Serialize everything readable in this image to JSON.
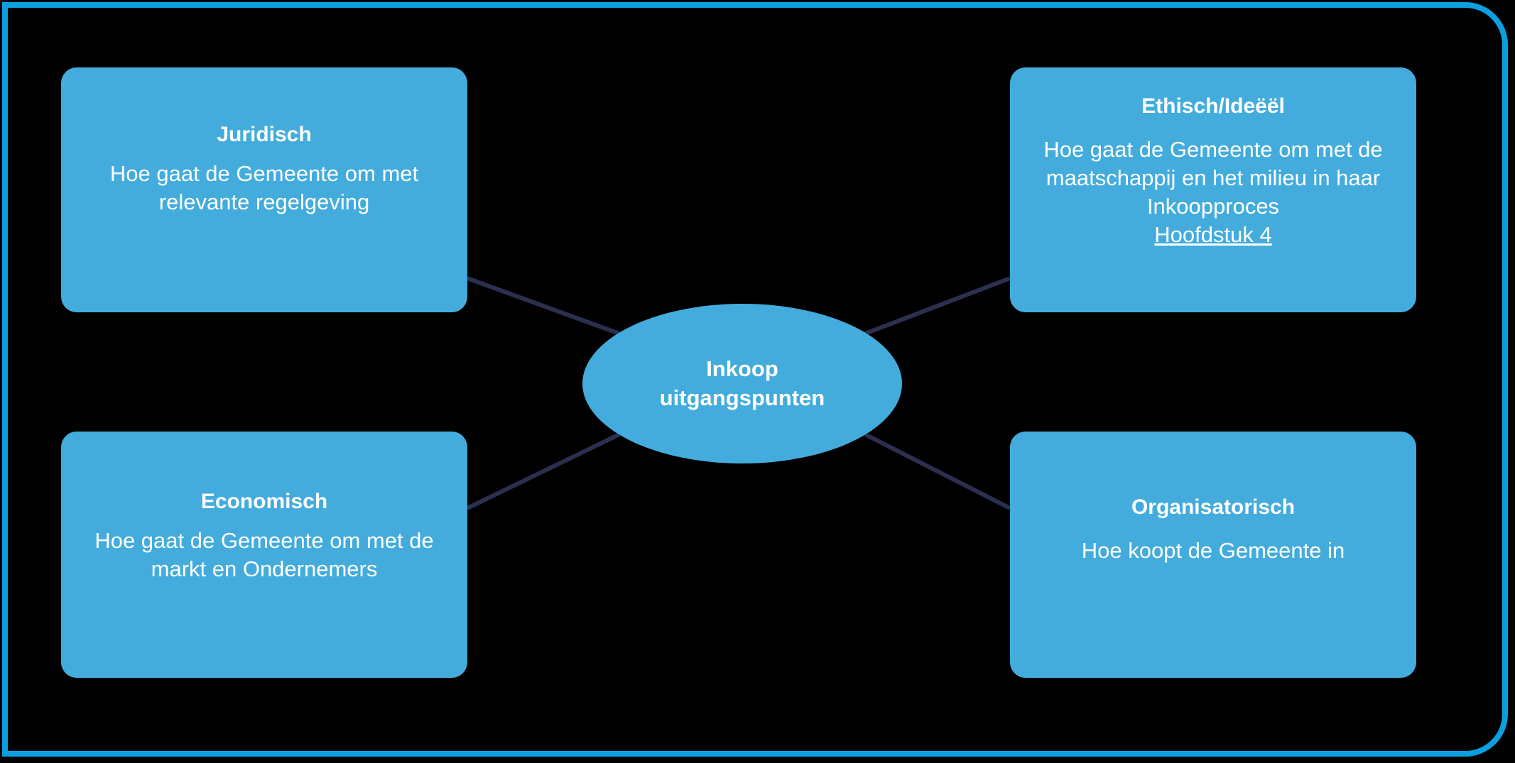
{
  "diagram": {
    "center": {
      "label_line1": "Inkoop",
      "label_line2": "uitgangspunten"
    },
    "nodes": [
      {
        "id": "juridisch",
        "title": "Juridisch",
        "description": "Hoe gaat de Gemeente om met relevante regelgeving",
        "link": ""
      },
      {
        "id": "ethisch-ideeel",
        "title": "Ethisch/Ideëël",
        "description": "Hoe gaat de Gemeente om met de maatschappij en het milieu in haar Inkoopproces",
        "link": "Hoofdstuk 4"
      },
      {
        "id": "economisch",
        "title": "Economisch",
        "description": "Hoe gaat de Gemeente om met de markt en Ondernemers",
        "link": ""
      },
      {
        "id": "organisatorisch",
        "title": "Organisatorisch",
        "description": "Hoe koopt de Gemeente in",
        "link": ""
      }
    ]
  },
  "colors": {
    "frame_border": "#0C9FE0",
    "node_fill": "#43ACDC",
    "connector": "#2B3050",
    "text": "#FFFFFF",
    "background": "#000000"
  }
}
